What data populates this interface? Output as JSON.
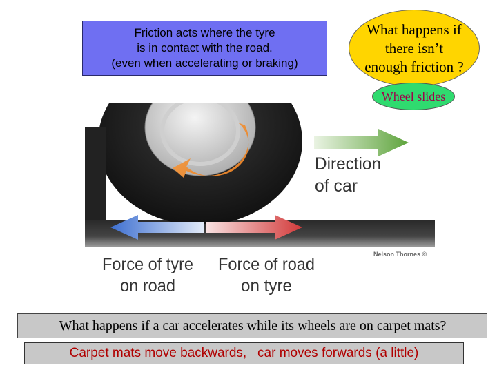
{
  "friction_note": "Friction acts where the tyre\nis in contact with the road.\n(even when accelerating or braking)",
  "question_bubble": "What happens if\nthere isn’t\nenough friction ?",
  "answer_bubble": "Wheel slides",
  "diagram": {
    "direction_label_line1": "Direction",
    "direction_label_line2": "of car",
    "force_tyre_line1": "Force of tyre",
    "force_tyre_line2": "on road",
    "force_road_line1": "Force of road",
    "force_road_line2": "on tyre",
    "credit": "Nelson Thornes ©"
  },
  "question_bar": "What happens if a car accelerates while its wheels are on carpet mats?",
  "answer_bar": "Carpet mats move backwards,   car moves forwards (a little)",
  "colors": {
    "box_blue": "#6f6ff2",
    "bubble_yellow": "#ffd500",
    "bubble_green": "#2fdb6f",
    "arrow_green": "#6aa84f",
    "arrow_blue": "#3d6fd0",
    "arrow_red": "#d23a3a",
    "arrow_orange": "#e8892f"
  }
}
